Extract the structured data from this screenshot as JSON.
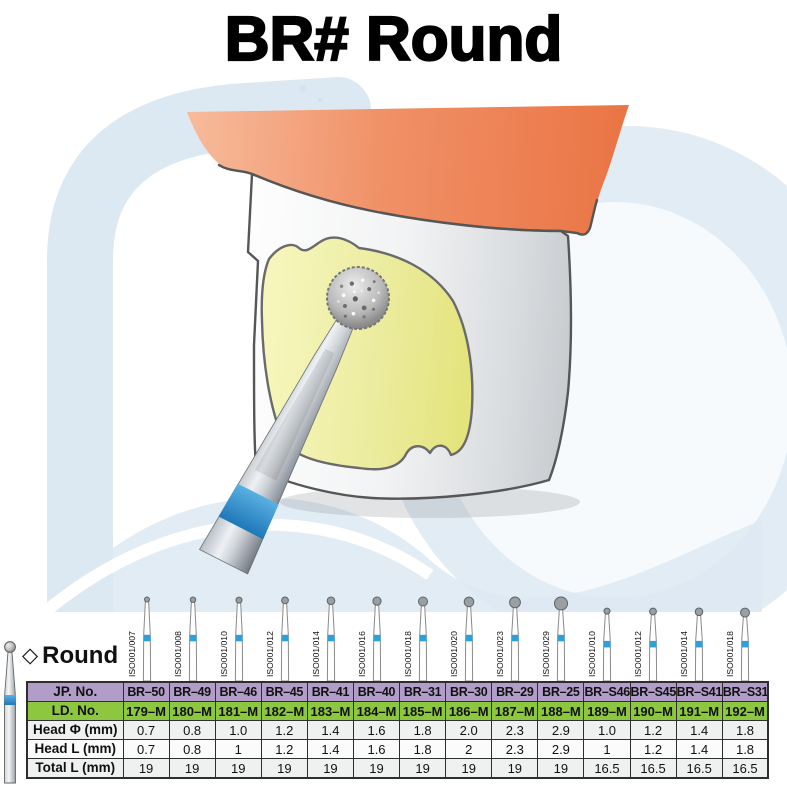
{
  "title": "BR# Round",
  "section": {
    "symbol": "◇",
    "label": "Round"
  },
  "colors": {
    "jp_row_bg": "#b29dc9",
    "id_row_bg": "#8dc63f",
    "band_blue": "#2da0dc",
    "gum_orange": "#ee7f4f",
    "cavity_yellow": "#efefa0",
    "background_blue": "#dde9f2"
  },
  "table": {
    "row_labels": {
      "jp": "JP. No.",
      "id": "LD. No.",
      "head_d": "Head Φ (mm)",
      "head_l": "Head L (mm)",
      "total_l": "Total L (mm)"
    },
    "burs": [
      {
        "jp": "BR–50",
        "id": "179–M",
        "iso": "ISO001/007",
        "head_d": "0.7",
        "head_l": "0.7",
        "total_l": "19"
      },
      {
        "jp": "BR–49",
        "id": "180–M",
        "iso": "ISO001/008",
        "head_d": "0.8",
        "head_l": "0.8",
        "total_l": "19"
      },
      {
        "jp": "BR–46",
        "id": "181–M",
        "iso": "ISO001/010",
        "head_d": "1.0",
        "head_l": "1",
        "total_l": "19"
      },
      {
        "jp": "BR–45",
        "id": "182–M",
        "iso": "ISO001/012",
        "head_d": "1.2",
        "head_l": "1.2",
        "total_l": "19"
      },
      {
        "jp": "BR–41",
        "id": "183–M",
        "iso": "ISO001/014",
        "head_d": "1.4",
        "head_l": "1.4",
        "total_l": "19"
      },
      {
        "jp": "BR–40",
        "id": "184–M",
        "iso": "ISO001/016",
        "head_d": "1.6",
        "head_l": "1.6",
        "total_l": "19"
      },
      {
        "jp": "BR–31",
        "id": "185–M",
        "iso": "ISO001/018",
        "head_d": "1.8",
        "head_l": "1.8",
        "total_l": "19"
      },
      {
        "jp": "BR–30",
        "id": "186–M",
        "iso": "ISO001/020",
        "head_d": "2.0",
        "head_l": "2",
        "total_l": "19"
      },
      {
        "jp": "BR–29",
        "id": "187–M",
        "iso": "ISO001/023",
        "head_d": "2.3",
        "head_l": "2.3",
        "total_l": "19"
      },
      {
        "jp": "BR–25",
        "id": "188–M",
        "iso": "ISO001/029",
        "head_d": "2.9",
        "head_l": "2.9",
        "total_l": "19"
      },
      {
        "jp": "BR–S46",
        "id": "189–M",
        "iso": "ISO001/010",
        "head_d": "1.0",
        "head_l": "1",
        "total_l": "16.5"
      },
      {
        "jp": "BR–S45",
        "id": "190–M",
        "iso": "ISO001/012",
        "head_d": "1.2",
        "head_l": "1.2",
        "total_l": "16.5"
      },
      {
        "jp": "BR–S41",
        "id": "191–M",
        "iso": "ISO001/014",
        "head_d": "1.4",
        "head_l": "1.4",
        "total_l": "16.5"
      },
      {
        "jp": "BR–S31",
        "id": "192–M",
        "iso": "ISO001/018",
        "head_d": "1.8",
        "head_l": "1.8",
        "total_l": "16.5"
      }
    ]
  }
}
